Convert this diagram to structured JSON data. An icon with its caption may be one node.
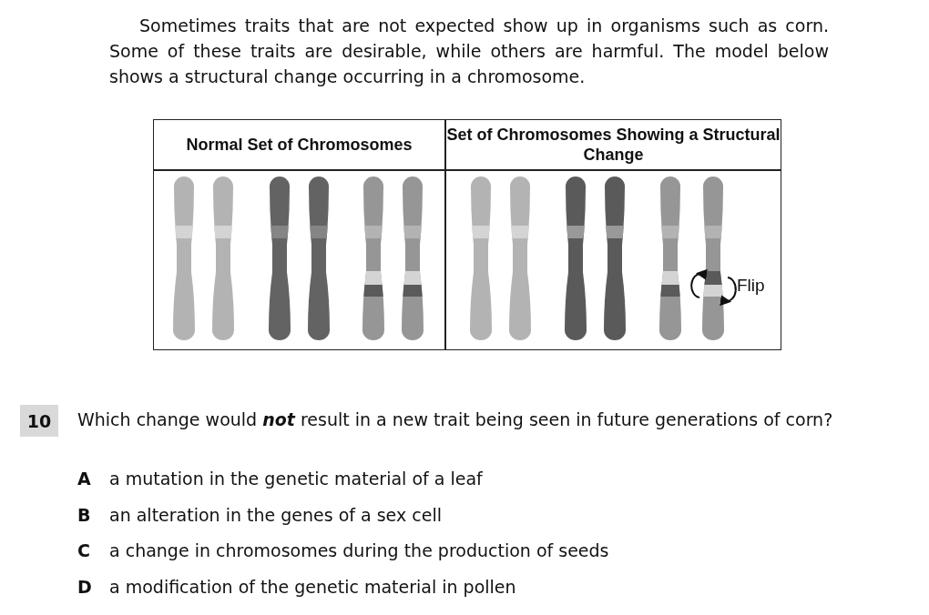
{
  "diagram": {
    "labels": [
      "Sometimes traits that are not expected show up in organisms such as corn. Some of these traits are desirable, while others are harmful. The model below shows a structural change occurring in a chromosome.",
      "Normal Set of Chromosomes",
      "Set of Chromosomes Showing a Structural Change",
      "Flip",
      "10",
      "Which change would **not** result in a new trait being seen in future generations of corn?",
      "A",
      "a mutation in the genetic material of a leaf",
      "B",
      "an alteration in the genes of a sex cell",
      "C",
      "a change in chromosomes during the production of seeds",
      "D",
      "a modification of the genetic material in pollen"
    ]
  }
}
